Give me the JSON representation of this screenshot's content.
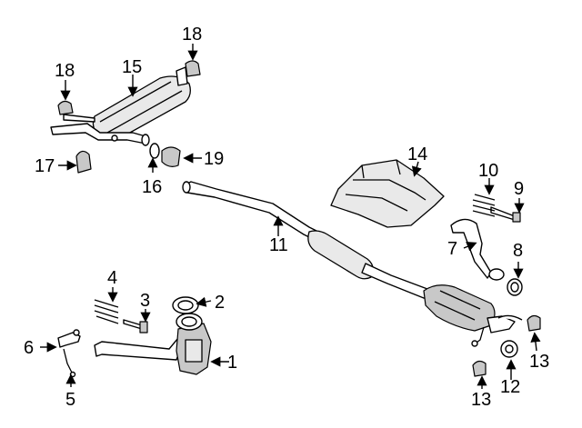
{
  "diagram": {
    "type": "exploded-parts-view",
    "callouts": [
      "1",
      "2",
      "3",
      "4",
      "5",
      "6",
      "7",
      "8",
      "9",
      "10",
      "11",
      "12",
      "13",
      "13",
      "14",
      "15",
      "16",
      "17",
      "18",
      "18",
      "19"
    ]
  },
  "colors": {
    "line": "#000000",
    "background": "#ffffff",
    "shade": "#c8c8c8"
  }
}
